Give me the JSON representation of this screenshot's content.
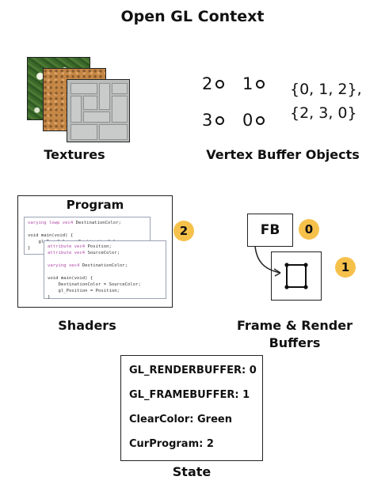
{
  "title": "Open GL Context",
  "textures": {
    "label": "Textures"
  },
  "vbo": {
    "label": "Vertex Buffer Objects",
    "vertices": [
      {
        "id": "2"
      },
      {
        "id": "1"
      },
      {
        "id": "3"
      },
      {
        "id": "0"
      }
    ],
    "index_line_1": "{0, 1, 2},",
    "index_line_2": "{2, 3, 0}"
  },
  "program": {
    "title": "Program",
    "badge": "2",
    "frag_lines": [
      "varying lowp vec4 DestinationColor;",
      "",
      "void main(void) {",
      "    gl_FragColor = DestinationColor;",
      "}"
    ],
    "vert_lines": [
      "attribute vec4 Position;",
      "attribute vec4 SourceColor;",
      "",
      "varying vec4 DestinationColor;",
      "",
      "void main(void) {",
      "    DestinationColor = SourceColor;",
      "    gl_Position = Position;",
      "}"
    ]
  },
  "shaders": {
    "label": "Shaders"
  },
  "buffers": {
    "fb_label": "FB",
    "fb_badge": "0",
    "rb_badge": "1",
    "label_line_1": "Frame & Render",
    "label_line_2": "Buffers"
  },
  "state": {
    "label": "State",
    "lines": [
      "GL_RENDERBUFFER: 0",
      "GL_FRAMEBUFFER: 1",
      "ClearColor: Green",
      "CurProgram: 2"
    ]
  },
  "colors": {
    "badge": "#f6c14b",
    "keyword": "#b24aa8"
  }
}
